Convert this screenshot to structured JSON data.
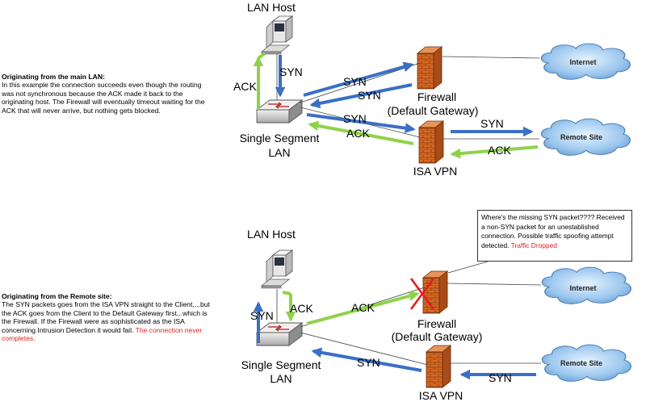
{
  "scenario1": {
    "title": "Originating from the main LAN:",
    "text": "In this example the connection succeeds even though the routing was not synchronous because the ACK made it back to the originating host.  The Firewall will eventually timeout waiting for the ACK that will never arrive, but nothing gets blocked.",
    "host_label": "LAN Host",
    "switch_label_1": "Single Segment",
    "switch_label_2": "LAN",
    "firewall_label_1": "Firewall",
    "firewall_label_2": "(Default Gateway)",
    "vpn_label": "ISA VPN",
    "internet_label": "Internet",
    "remote_label": "Remote Site",
    "arrows": {
      "host_switch": "SYN",
      "switch_host": "ACK",
      "to_firewall": "SYN",
      "from_firewall": "SYN",
      "to_vpn": "SYN",
      "vpn_to_switch": "ACK",
      "vpn_to_remote": "SYN",
      "remote_to_vpn": "ACK"
    }
  },
  "scenario2": {
    "title": "Originating from the Remote site:",
    "text": "The SYN packets goes from the ISA VPN straight to the Client,...but the ACK goes from the Client to the Default Gateway first,..which is the Firewall.  If the Firewall were as sophisticated as the ISA concerning Intrusion Detection it would fail.",
    "text_red": "The connection never completes.",
    "host_label": "LAN Host",
    "switch_label_1": "Single Segment",
    "switch_label_2": "LAN",
    "firewall_label_1": "Firewall",
    "firewall_label_2": "(Default Gateway)",
    "vpn_label": "ISA VPN",
    "internet_label": "Internet",
    "remote_label": "Remote Site",
    "arrows": {
      "switch_host": "SYN",
      "host_switch": "ACK",
      "to_firewall": "ACK",
      "vpn_to_switch": "SYN",
      "remote_to_vpn": "SYN"
    },
    "callout": {
      "text": "Where's the missing SYN packet???? Received a non-SYN packet for an unestablished connection.  Possible traffic spoofing attempt detected.",
      "text_red": "Traffic Dropped"
    }
  },
  "colors": {
    "syn_arrow": "#3a6fc4",
    "ack_arrow": "#8fd24a",
    "firewall_brick": "#d86a24",
    "cloud": "#9cc7ee",
    "alert": "#e02020"
  }
}
